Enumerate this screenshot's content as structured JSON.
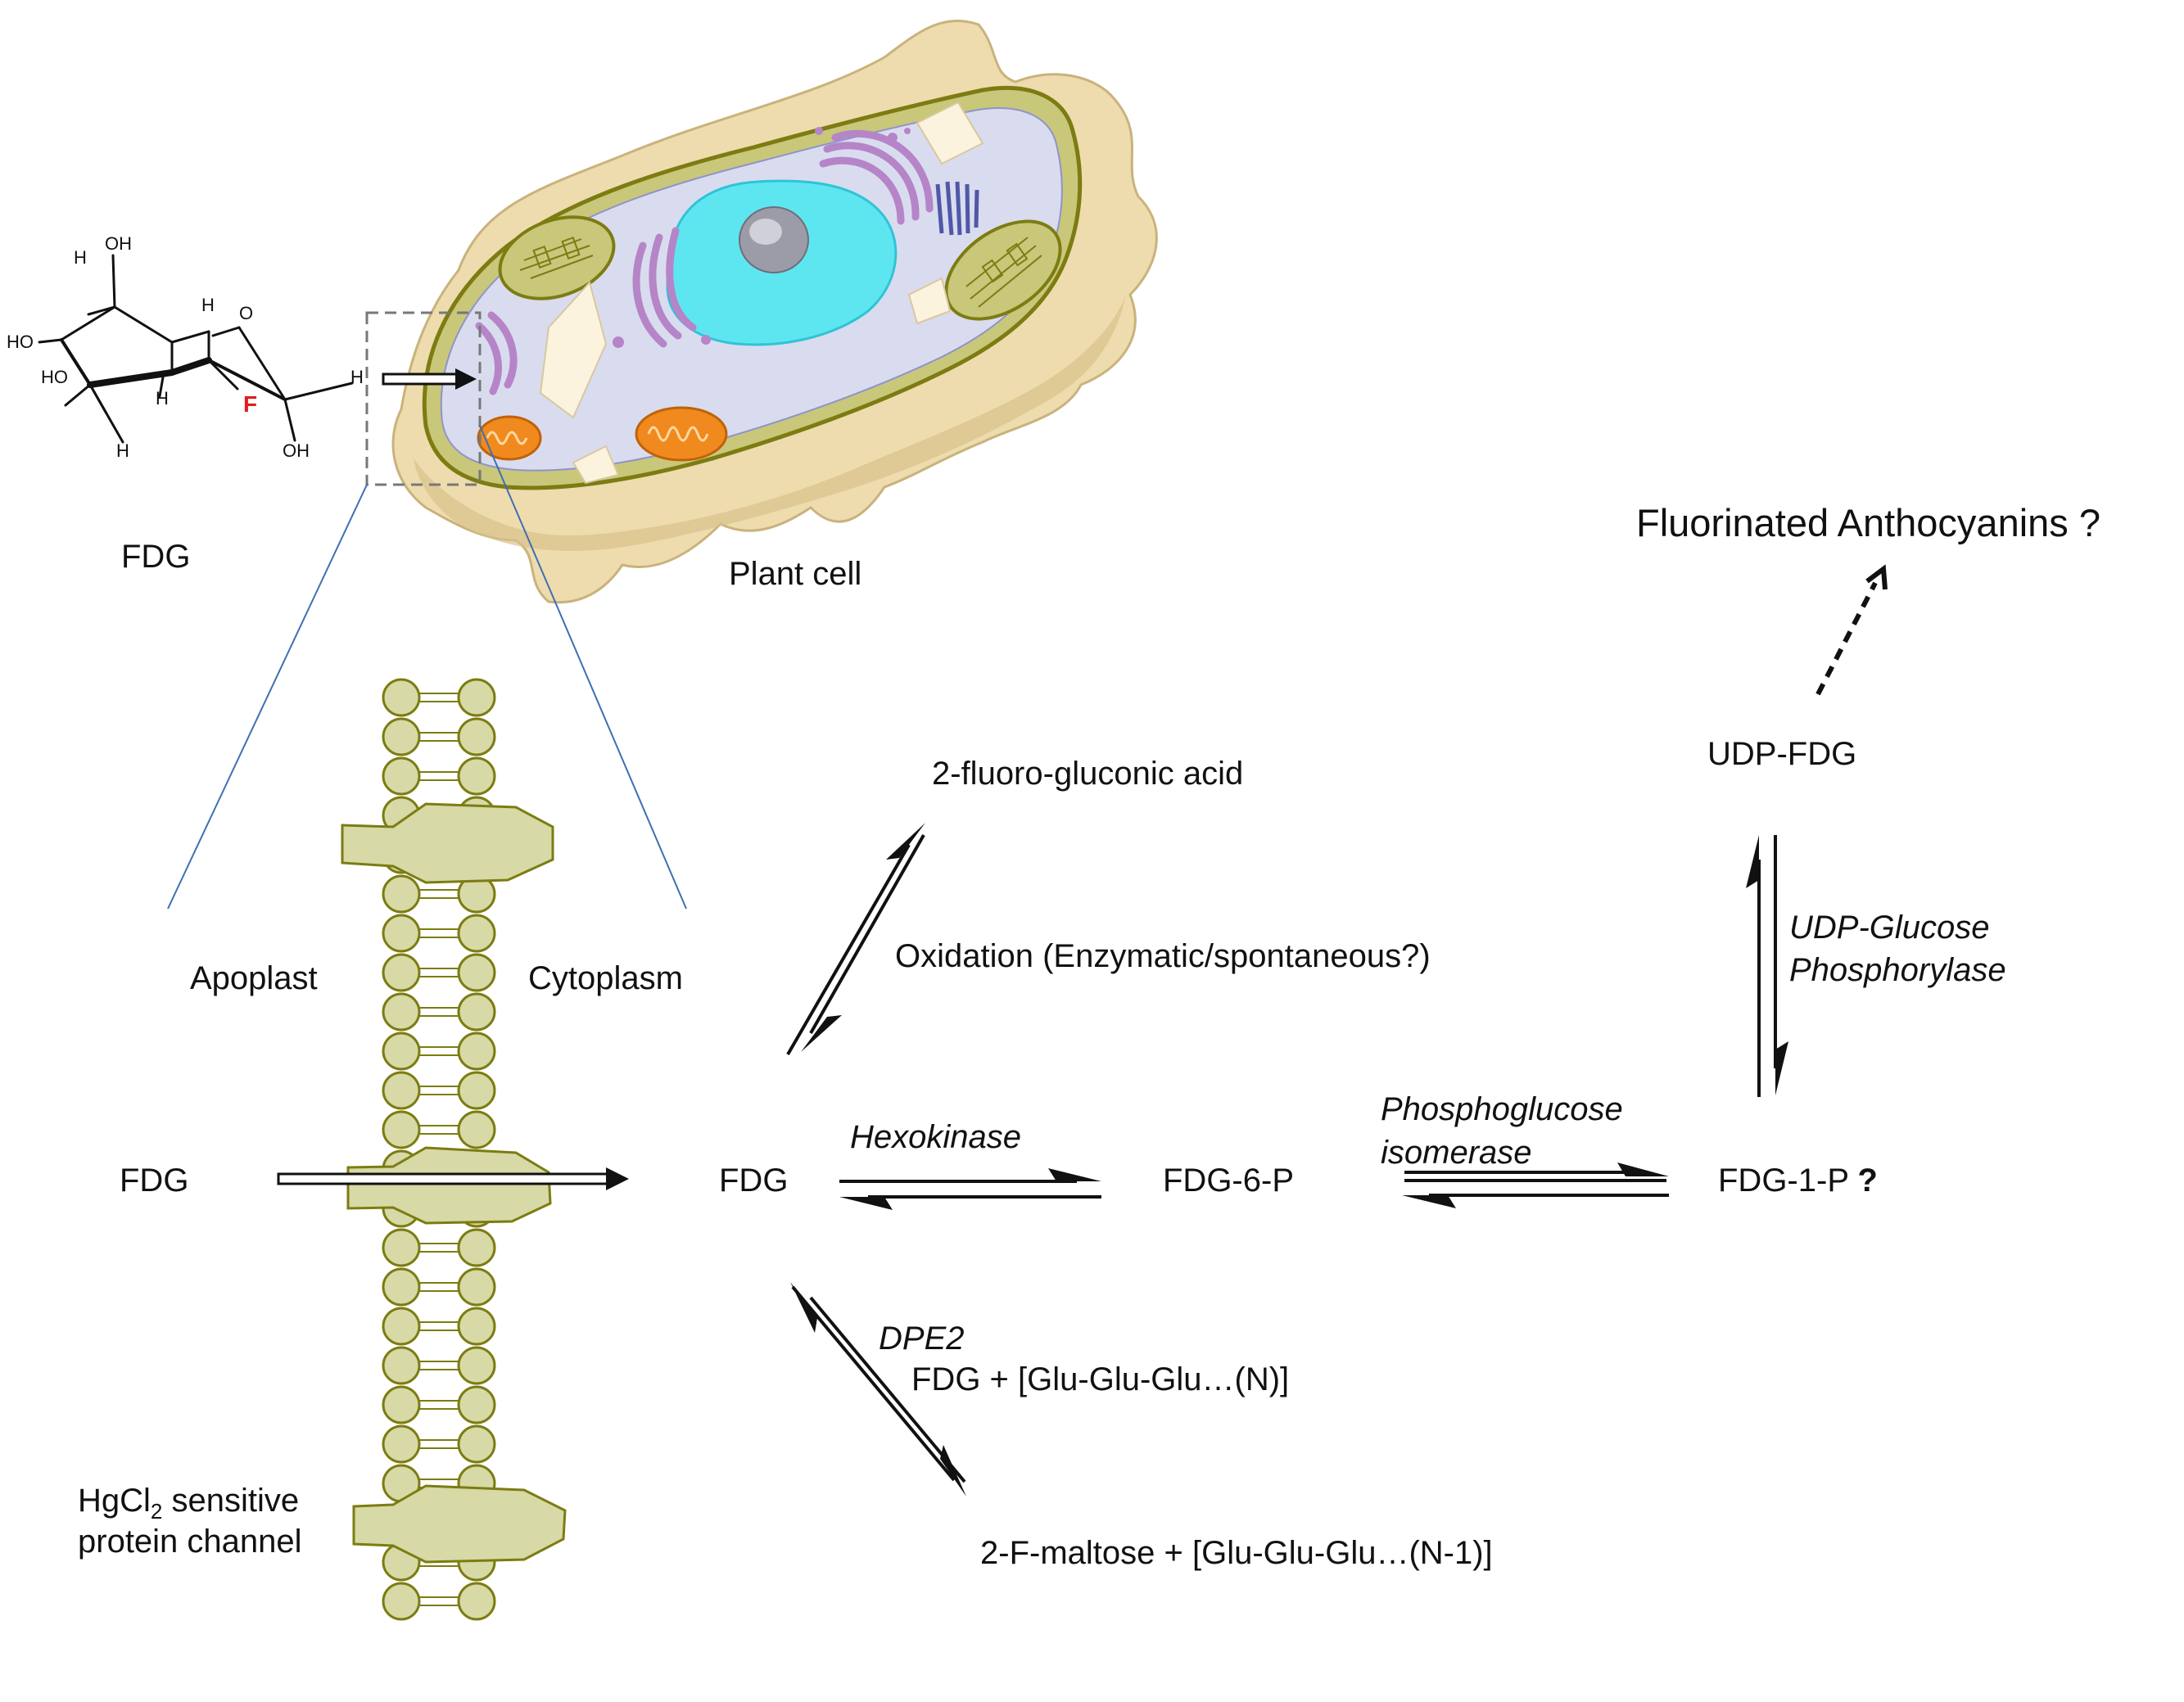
{
  "molecule": {
    "atoms": {
      "oh_top": "OH",
      "h1": "H",
      "h2": "H",
      "ring_o": "O",
      "ho_left": "HO",
      "ho_low": "HO",
      "h3": "H",
      "f": "F",
      "h4": "H",
      "h5": "H",
      "oh_bottom": "OH"
    },
    "caption": "FDG"
  },
  "cell": {
    "caption": "Plant cell"
  },
  "membrane": {
    "apoplast": "Apoplast",
    "cytoplasm": "Cytoplasm",
    "outside_compound": "FDG",
    "channel_label_prefix": "HgCl",
    "channel_label_sub": "2",
    "channel_label_suffix": " sensitive",
    "channel_label_line2": "protein channel"
  },
  "pathway": {
    "fdg": "FDG",
    "oxidation_product": "2-fluoro-gluconic acid",
    "oxidation": "Oxidation (Enzymatic/spontaneous?)",
    "hexokinase": "Hexokinase",
    "fdg6p": "FDG-6-P",
    "pgi_line1": "Phosphoglucose",
    "pgi_line2": "isomerase",
    "fdg1p": "FDG-1-P",
    "fdg1p_mark": "?",
    "ugp_line1": "UDP-Glucose",
    "ugp_line2": "Phosphorylase",
    "udp_fdg": "UDP-FDG",
    "anthocyanins": "Fluorinated Anthocyanins ?",
    "dpe2": "DPE2",
    "dpe2_substrate": "FDG + [Glu-Glu-Glu…(N)]",
    "dpe2_product": "2-F-maltose + [Glu-Glu-Glu…(N-1)]"
  },
  "colors": {
    "lipid_fill": "#d7d9a6",
    "lipid_stroke": "#7c7c12",
    "fluorine": "#e21b1b",
    "cytoplasm_fill": "#d9dcee",
    "vacuole": "#5ee6f0",
    "golgi": "#b585c8",
    "mitochondria": "#f08a1e",
    "chloroplast": "#c9c77a",
    "wall": "#eedcae",
    "zoom_line": "#3f6fb0"
  }
}
